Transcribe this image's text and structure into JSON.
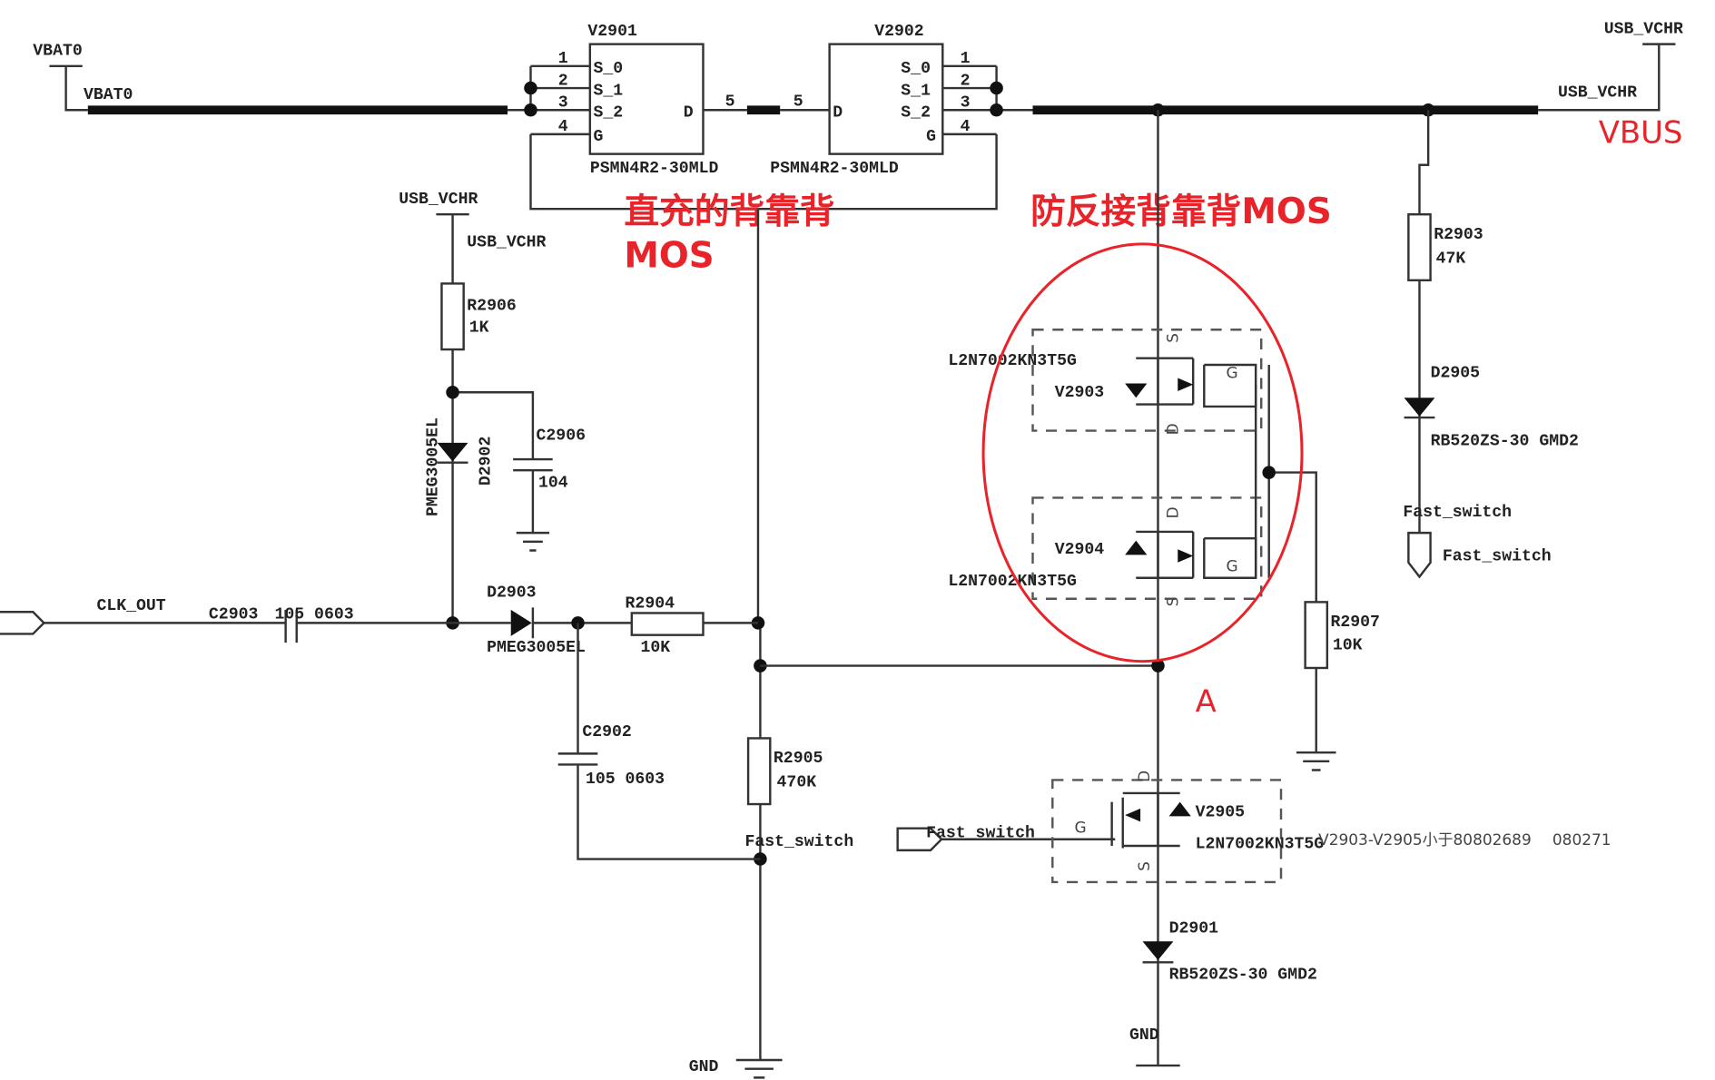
{
  "nets": {
    "vbat0": "VBAT0",
    "usb_vchr": "USB_VCHR",
    "vbus": "VBUS",
    "clk_out": "CLK_OUT",
    "fast_switch": "Fast_switch",
    "gnd": "GND",
    "node_a": "A"
  },
  "mos_top": {
    "v2901": {
      "ref": "V2901",
      "part": "PSMN4R2-30MLD",
      "pins": [
        "S_0",
        "S_1",
        "S_2",
        "G",
        "D"
      ],
      "pin_numbers": [
        "1",
        "2",
        "3",
        "4",
        "5"
      ]
    },
    "v2902": {
      "ref": "V2902",
      "part": "PSMN4R2-30MLD",
      "pins": [
        "S_0",
        "S_1",
        "S_2",
        "G",
        "D"
      ],
      "pin_numbers": [
        "1",
        "2",
        "3",
        "4",
        "5"
      ]
    }
  },
  "annotations": {
    "direct_charge_line1": "直充的背靠背",
    "direct_charge_line2": "MOS",
    "reverse_protect": "防反接背靠背MOS",
    "note": "V2903-V2905小于80802689",
    "note_code": "080271"
  },
  "components": {
    "r2906": {
      "ref": "R2906",
      "value": "1K"
    },
    "d2902": {
      "ref": "D2902",
      "part": "PMEG3005EL"
    },
    "c2906": {
      "ref": "C2906",
      "value": "104"
    },
    "c2903": {
      "ref": "C2903",
      "value": "105 0603"
    },
    "d2903": {
      "ref": "D2903",
      "part": "PMEG3005EL"
    },
    "r2904": {
      "ref": "R2904",
      "value": "10K"
    },
    "c2902": {
      "ref": "C2902",
      "value": "105 0603"
    },
    "r2905": {
      "ref": "R2905",
      "value": "470K"
    },
    "v2903": {
      "ref": "V2903",
      "part": "L2N7002KN3T5G",
      "s": "S",
      "d": "D",
      "g": "G"
    },
    "v2904": {
      "ref": "V2904",
      "part": "L2N7002KN3T5G",
      "s": "S",
      "d": "D",
      "g": "G"
    },
    "v2905": {
      "ref": "V2905",
      "part": "L2N7002KN3T5G",
      "s": "S",
      "d": "D",
      "g": "G"
    },
    "r2907": {
      "ref": "R2907",
      "value": "10K"
    },
    "r2903": {
      "ref": "R2903",
      "value": "47K"
    },
    "d2905": {
      "ref": "D2905",
      "part": "RB520ZS-30 GMD2"
    },
    "d2901": {
      "ref": "D2901",
      "part": "RB520ZS-30 GMD2"
    }
  },
  "colors": {
    "wire": "#333333",
    "annotation": "#e8242a"
  }
}
